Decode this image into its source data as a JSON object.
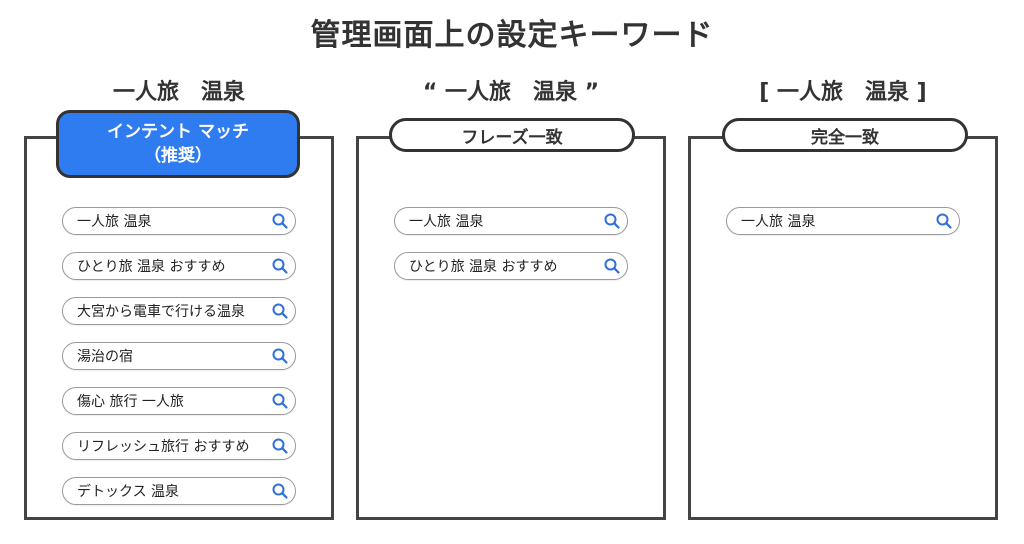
{
  "title": "管理画面上の設定キーワード",
  "columns": [
    {
      "heading": "一人旅　温泉",
      "match_type": "インテント マッチ",
      "match_note": "（推奨）",
      "keywords": [
        "一人旅 温泉",
        "ひとり旅 温泉 おすすめ",
        "大宮から電車で行ける温泉",
        "湯治の宿",
        "傷心 旅行 一人旅",
        "リフレッシュ旅行 おすすめ",
        "デトックス 温泉"
      ]
    },
    {
      "heading": "“ 一人旅　温泉 ”",
      "match_type": "フレーズ一致",
      "keywords": [
        "一人旅 温泉",
        "ひとり旅 温泉 おすすめ"
      ]
    },
    {
      "heading": "[ 一人旅　温泉 ]",
      "match_type": "完全一致",
      "keywords": [
        "一人旅 温泉"
      ]
    }
  ],
  "colors": {
    "accent": "#2f7bf0",
    "search_icon": "#2f6fd8",
    "border": "#444444"
  },
  "icons": {
    "search": "search-icon"
  }
}
